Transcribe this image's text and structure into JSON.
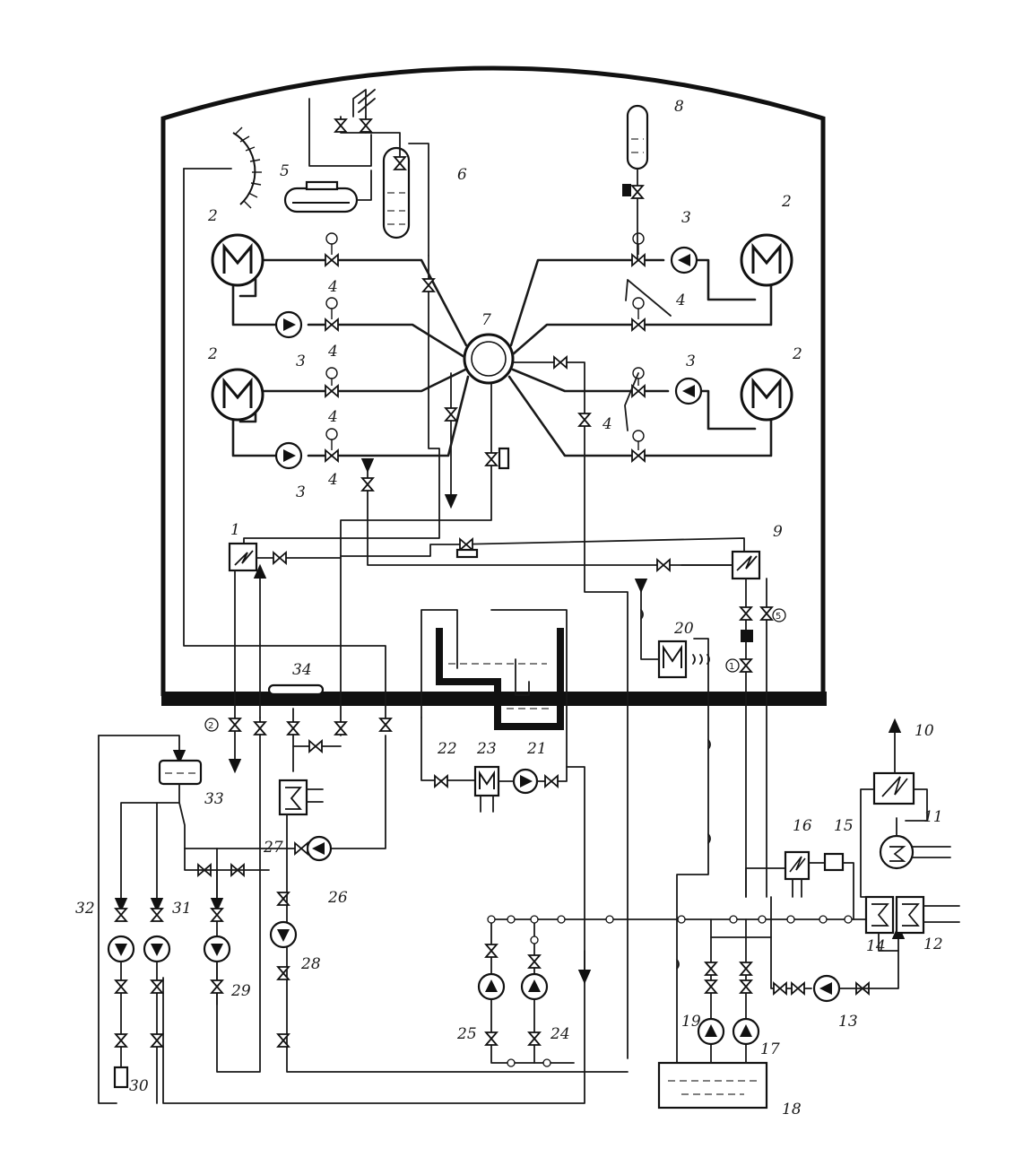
{
  "diagram": {
    "labels": {
      "l1": "1",
      "l2a": "2",
      "l2b": "2",
      "l2c": "2",
      "l2d": "2",
      "l3a": "3",
      "l3b": "3",
      "l3c": "3",
      "l3d": "3",
      "l4a": "4",
      "l4b": "4",
      "l4c": "4",
      "l4d": "4",
      "l4e": "4",
      "l4f": "4",
      "l5": "5",
      "l6": "6",
      "l7": "7",
      "l8": "8",
      "l9": "9",
      "l10": "10",
      "l11": "11",
      "l12": "12",
      "l13": "13",
      "l14": "14",
      "l15": "15",
      "l16": "16",
      "l17": "17",
      "l18": "18",
      "l19": "19",
      "l20": "20",
      "l21": "21",
      "l22": "22",
      "l23": "23",
      "l24": "24",
      "l25": "25",
      "l26": "26",
      "l27": "27",
      "l28": "28",
      "l29": "29",
      "l30": "30",
      "l31": "31",
      "l32": "32",
      "l33": "33",
      "l34": "34"
    },
    "instrument_marks": {
      "mark1": "1",
      "mark2": "2",
      "mark5": "5"
    }
  }
}
